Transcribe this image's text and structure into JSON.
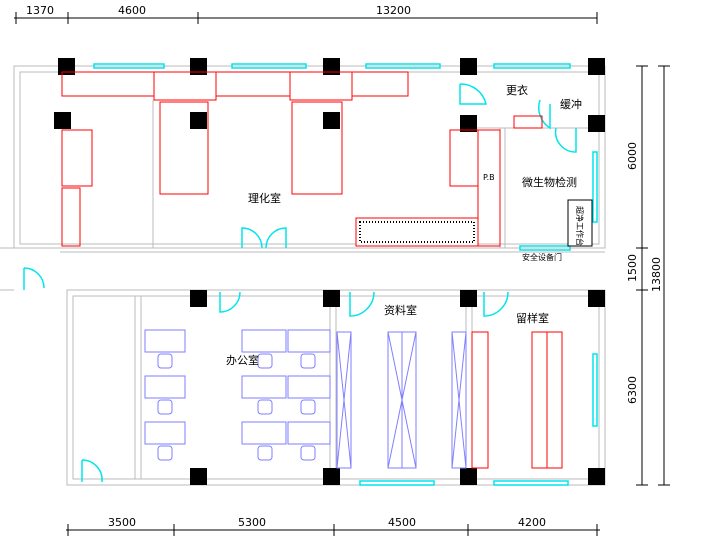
{
  "dimensions": {
    "top": [
      "1370",
      "4600",
      "13200"
    ],
    "bottom": [
      "3500",
      "5300",
      "4500",
      "4200"
    ],
    "right": [
      "6000",
      "1500",
      "6300"
    ],
    "right_total": "13800"
  },
  "rooms": {
    "physchem": "理化室",
    "changing": "更衣",
    "buffer": "缓冲",
    "micro": "微生物检测",
    "clean_bench": "超净工作台",
    "safety_door": "安全设备门",
    "office": "办公室",
    "archive": "资料室",
    "sample": "留样室"
  },
  "labels": {
    "pb": "P.B"
  },
  "colors": {
    "wall": "#bbbbbb",
    "window": "#00e5ee",
    "equipment": "#ff0000",
    "furniture": "#7f7fff"
  }
}
